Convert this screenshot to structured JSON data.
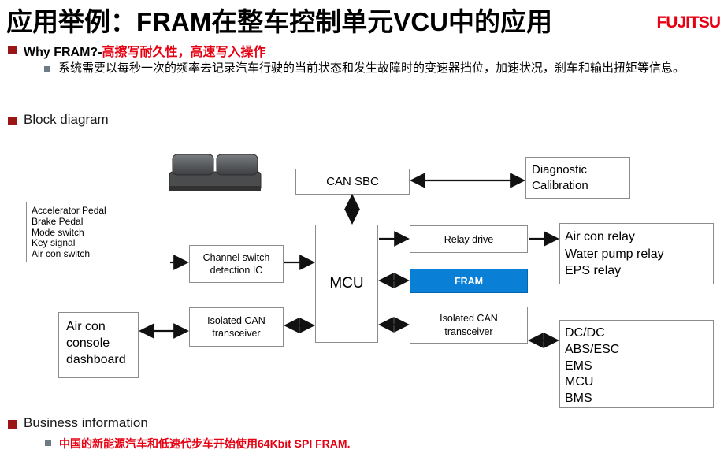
{
  "header": {
    "title": "应用举例：FRAM在整车控制单元VCU中的应用",
    "logo": "FUJITSU"
  },
  "sections": {
    "why_fram": {
      "prefix": "Why FRAM?-",
      "highlight": "高擦写耐久性，高速写入操作"
    },
    "why_fram_detail": "系统需要以每秒一次的频率去记录汽车行驶的当前状态和发生故障时的变速器挡位，加速状况，刹车和输出扭矩等信息。",
    "block_diagram_label": "Block diagram",
    "business_label": "Business information",
    "business_detail": "中国的新能源汽车和低速代步车开始使用64Kbit SPI FRAM."
  },
  "diagram": {
    "can_sbc": "CAN SBC",
    "diagnostic": "Diagnostic\nCalibration",
    "inputs": "Accelerator Pedal\nBrake Pedal\nMode switch\nKey signal\nAir con switch",
    "channel_switch": "Channel switch\ndetection IC",
    "mcu": "MCU",
    "relay_drive": "Relay drive",
    "fram": "FRAM",
    "relays_out": "Air con relay\nWater pump relay\nEPS relay",
    "iso_can_left": "Isolated CAN\ntransceiver",
    "air_con_console": "Air con\nconsole\ndashboard",
    "iso_can_right": "Isolated CAN\ntransceiver",
    "dc_loads": "DC/DC\nABS/ESC\nEMS\nMCU\nBMS"
  },
  "colors": {
    "accent_red": "#e60012",
    "bullet_red": "#9a1515",
    "bullet_gray": "#6d7b86",
    "fram_blue": "#0a7fd6"
  }
}
